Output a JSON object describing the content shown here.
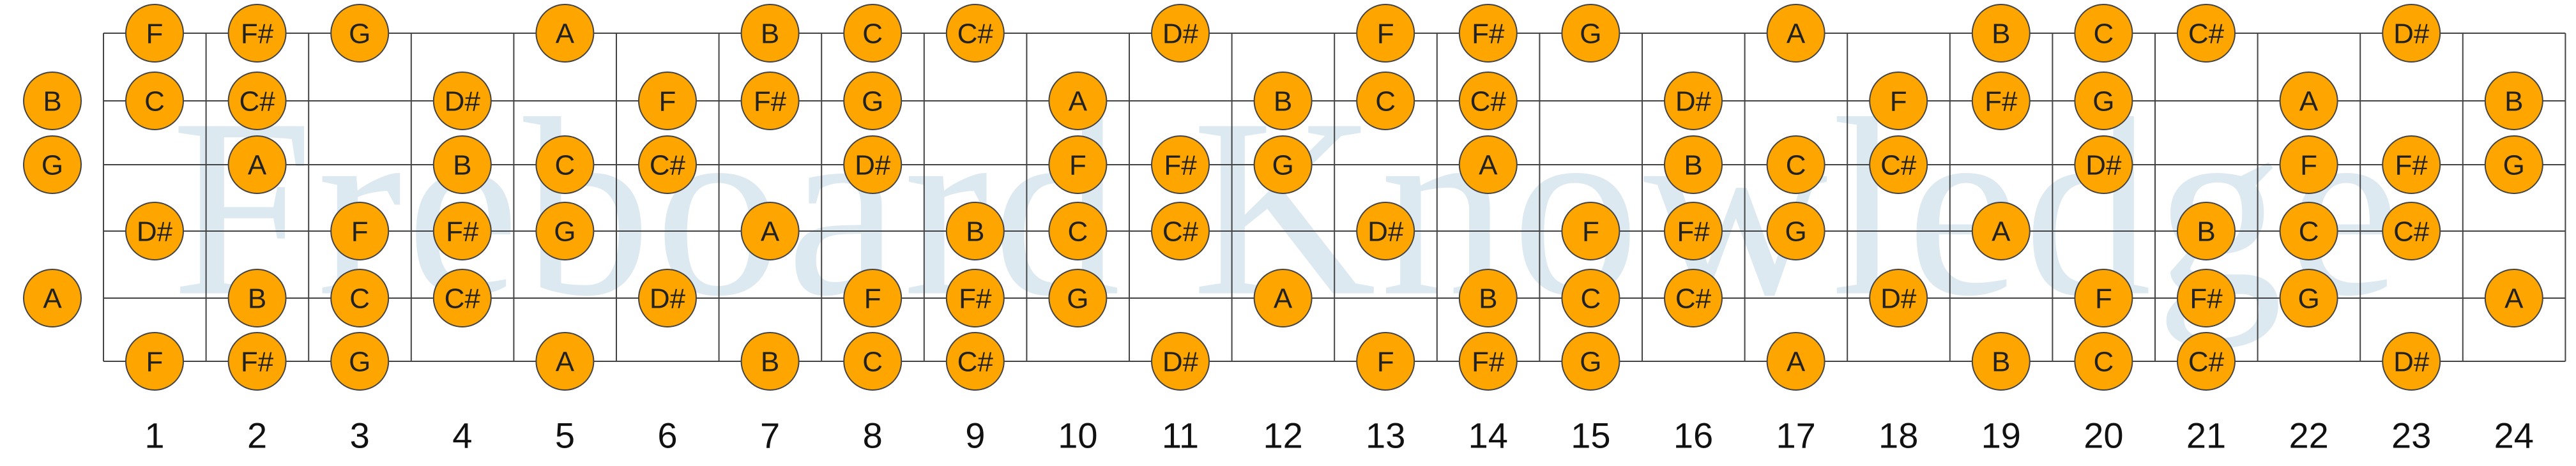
{
  "watermark": "Freboard Knowledge",
  "colors": {
    "note_fill": "#ffa500",
    "line": "#444444",
    "watermark": "#dde9f0"
  },
  "open_notes": [
    "",
    "B",
    "G",
    "",
    "A",
    ""
  ],
  "frets": [
    {
      "number": "1",
      "notes": [
        "F",
        "C",
        "",
        "D#",
        "",
        "F"
      ]
    },
    {
      "number": "2",
      "notes": [
        "F#",
        "C#",
        "A",
        "",
        "B",
        "F#"
      ]
    },
    {
      "number": "3",
      "notes": [
        "G",
        "",
        "",
        "F",
        "C",
        "G"
      ]
    },
    {
      "number": "4",
      "notes": [
        "",
        "D#",
        "B",
        "F#",
        "C#",
        ""
      ]
    },
    {
      "number": "5",
      "notes": [
        "A",
        "",
        "C",
        "G",
        "",
        "A"
      ]
    },
    {
      "number": "6",
      "notes": [
        "",
        "F",
        "C#",
        "",
        "D#",
        ""
      ]
    },
    {
      "number": "7",
      "notes": [
        "B",
        "F#",
        "",
        "A",
        "",
        "B"
      ]
    },
    {
      "number": "8",
      "notes": [
        "C",
        "G",
        "D#",
        "",
        "F",
        "C"
      ]
    },
    {
      "number": "9",
      "notes": [
        "C#",
        "",
        "",
        "B",
        "F#",
        "C#"
      ]
    },
    {
      "number": "10",
      "notes": [
        "",
        "A",
        "F",
        "C",
        "G",
        ""
      ]
    },
    {
      "number": "11",
      "notes": [
        "D#",
        "",
        "F#",
        "C#",
        "",
        "D#"
      ]
    },
    {
      "number": "12",
      "notes": [
        "",
        "B",
        "G",
        "",
        "A",
        ""
      ]
    },
    {
      "number": "13",
      "notes": [
        "F",
        "C",
        "",
        "D#",
        "",
        "F"
      ]
    },
    {
      "number": "14",
      "notes": [
        "F#",
        "C#",
        "A",
        "",
        "B",
        "F#"
      ]
    },
    {
      "number": "15",
      "notes": [
        "G",
        "",
        "",
        "F",
        "C",
        "G"
      ]
    },
    {
      "number": "16",
      "notes": [
        "",
        "D#",
        "B",
        "F#",
        "C#",
        ""
      ]
    },
    {
      "number": "17",
      "notes": [
        "A",
        "",
        "C",
        "G",
        "",
        "A"
      ]
    },
    {
      "number": "18",
      "notes": [
        "",
        "F",
        "C#",
        "",
        "D#",
        ""
      ]
    },
    {
      "number": "19",
      "notes": [
        "B",
        "F#",
        "",
        "A",
        "",
        "B"
      ]
    },
    {
      "number": "20",
      "notes": [
        "C",
        "G",
        "D#",
        "",
        "F",
        "C"
      ]
    },
    {
      "number": "21",
      "notes": [
        "C#",
        "",
        "",
        "B",
        "F#",
        "C#"
      ]
    },
    {
      "number": "22",
      "notes": [
        "",
        "A",
        "F",
        "C",
        "G",
        ""
      ]
    },
    {
      "number": "23",
      "notes": [
        "D#",
        "",
        "F#",
        "C#",
        "",
        "D#"
      ]
    },
    {
      "number": "24",
      "notes": [
        "",
        "B",
        "G",
        "",
        "A",
        ""
      ]
    }
  ]
}
